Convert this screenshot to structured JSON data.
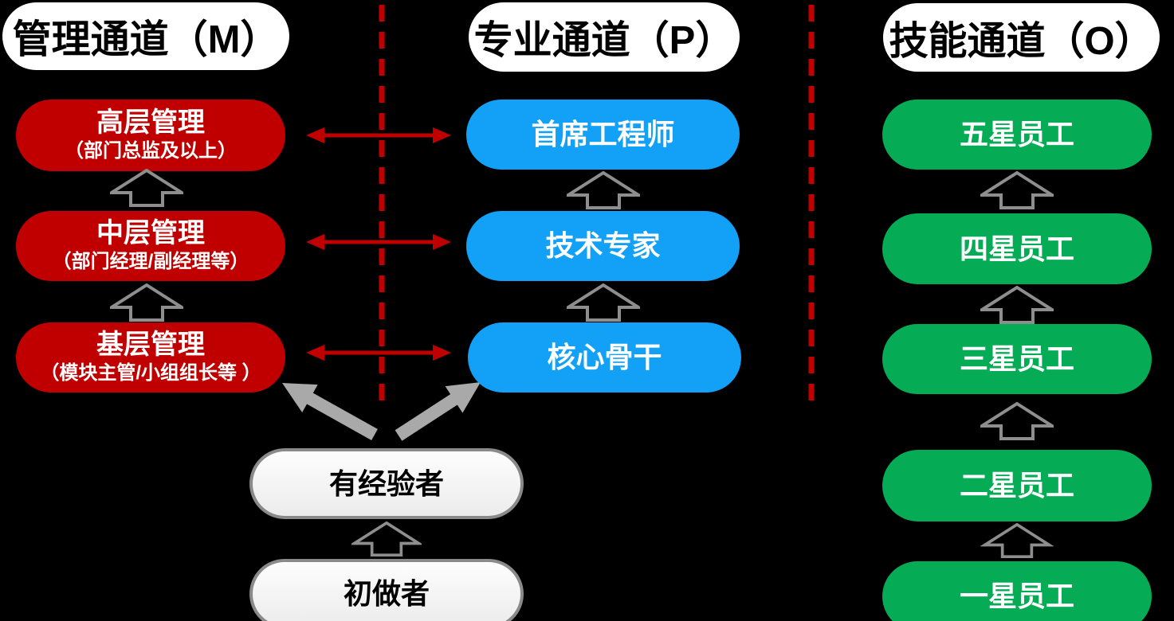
{
  "channels": {
    "management": {
      "header": "管理通道（M）",
      "levels": [
        {
          "title": "高层管理",
          "subtitle": "（部门总监及以上）"
        },
        {
          "title": "中层管理",
          "subtitle": "（部门经理/副经理等）"
        },
        {
          "title": "基层管理",
          "subtitle": "（模块主管/小组组长等 ）"
        }
      ]
    },
    "professional": {
      "header": "专业通道（P）",
      "levels": [
        {
          "title": "首席工程师"
        },
        {
          "title": "技术专家"
        },
        {
          "title": "核心骨干"
        }
      ]
    },
    "skill": {
      "header": "技能通道（O）",
      "levels": [
        {
          "title": "五星员工"
        },
        {
          "title": "四星员工"
        },
        {
          "title": "三星员工"
        },
        {
          "title": "二星员工"
        },
        {
          "title": "一星员工"
        }
      ]
    }
  },
  "entry_path": {
    "levels": [
      {
        "title": "有经验者"
      },
      {
        "title": "初做者"
      }
    ]
  },
  "colors": {
    "background": "#000000",
    "channel_red": "#C00000",
    "channel_blue": "#12A1F6",
    "channel_green": "#05AB55",
    "divider_red": "#C00000",
    "transfer_arrow_red": "#C00000",
    "promotion_arrow_outline_gray": "#8E8E8E",
    "entry_arrow_fill_gray": "#A9A9A9",
    "header_pill_fill": "#FFFFFF",
    "entry_box_fill": "#F5F5F5",
    "entry_box_border": "#8A8A8A"
  }
}
